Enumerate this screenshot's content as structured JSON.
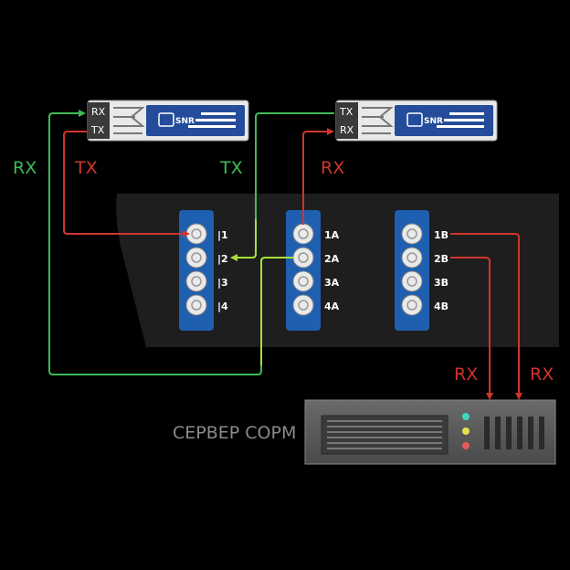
{
  "sfp_left": {
    "top_label": "RX",
    "bottom_label": "TX",
    "brand": "SNR"
  },
  "sfp_right": {
    "top_label": "TX",
    "bottom_label": "RX",
    "brand": "SNR"
  },
  "side_labels": {
    "left_rx": "RX",
    "left_tx": "TX",
    "mid_tx": "TX",
    "mid_rx": "RX",
    "server_rx_1": "RX",
    "server_rx_2": "RX"
  },
  "panel_left": {
    "ports": [
      "|1",
      "|2",
      "|3",
      "|4"
    ]
  },
  "panel_mid": {
    "ports": [
      "1A",
      "2A",
      "3A",
      "4A"
    ]
  },
  "panel_right": {
    "ports": [
      "1B",
      "2B",
      "3B",
      "4B"
    ]
  },
  "server": {
    "label": "СЕРВЕР СОРМ"
  },
  "colors": {
    "green": "#3dbb57",
    "red": "#d0342c",
    "lime": "#a8e03a",
    "blue": "#1f5fb0",
    "tray": "#1e1e1e",
    "server_led_top": "#3fd6c0",
    "server_led_mid": "#e8e04a",
    "server_led_bottom": "#e85a5a"
  }
}
